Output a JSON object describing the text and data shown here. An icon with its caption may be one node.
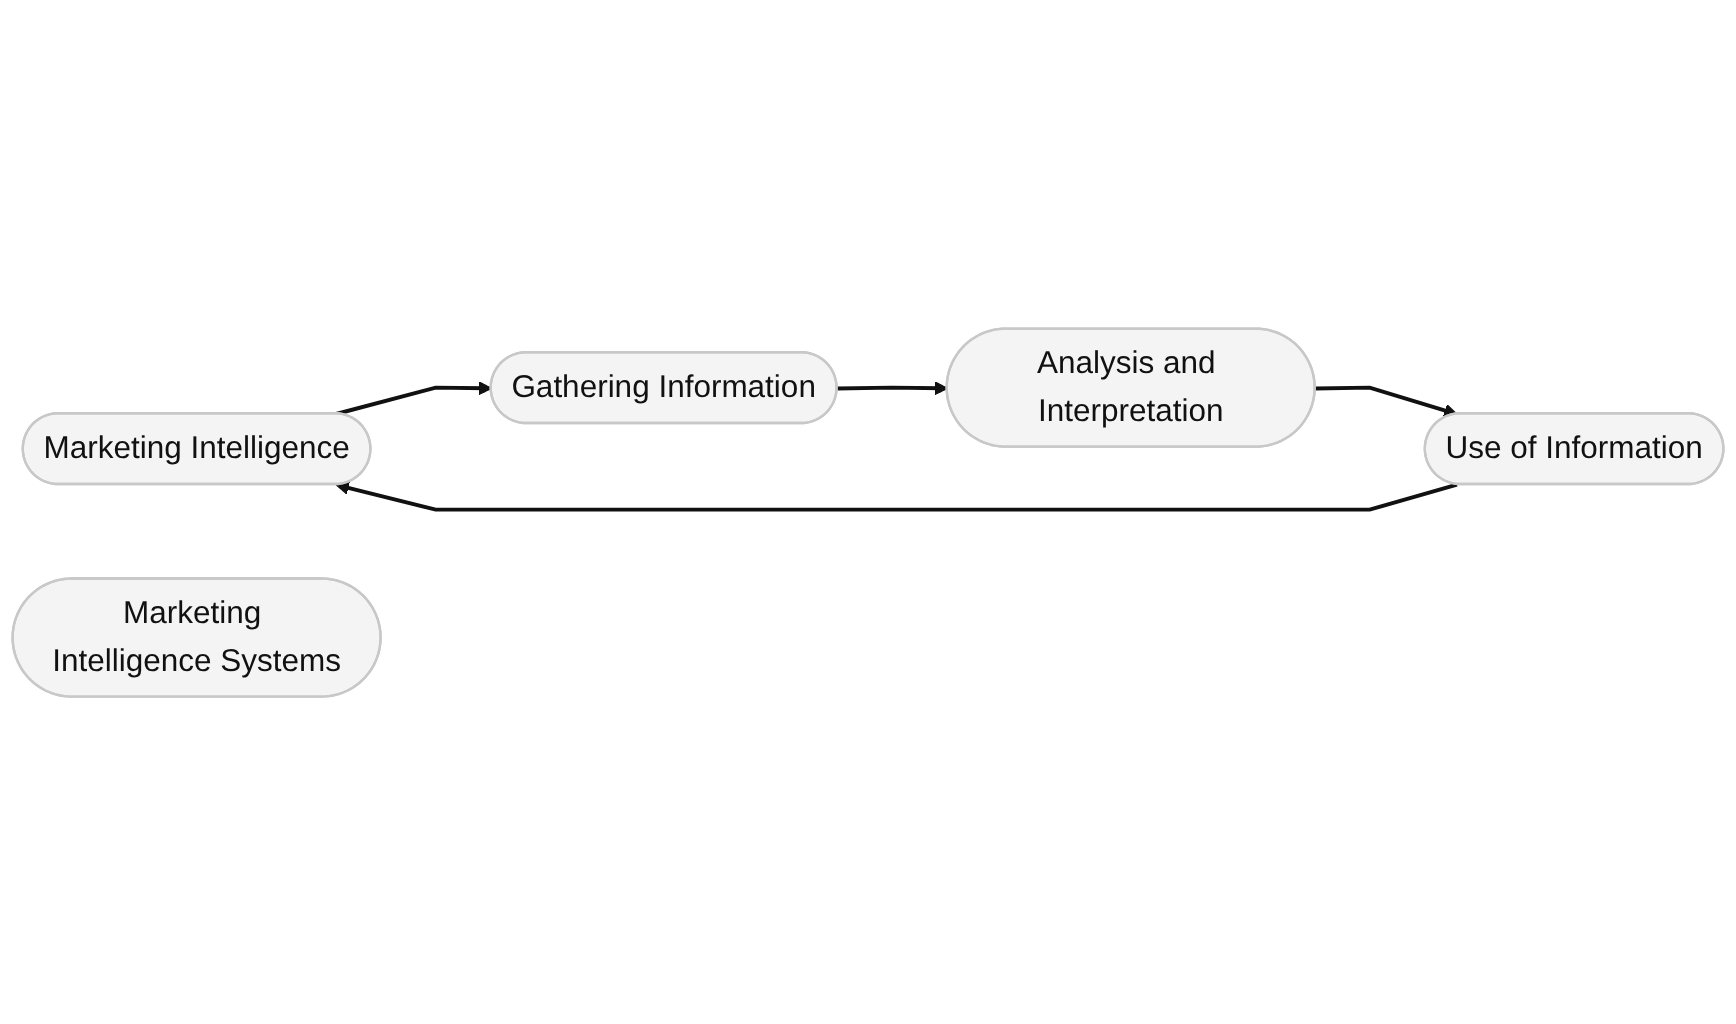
{
  "diagram": {
    "nodes": [
      {
        "text": [
          "Marketing Intelligence"
        ]
      },
      {
        "text": [
          "Use of Information"
        ]
      },
      {
        "text": [
          "Marketing Intelligence Systems"
        ]
      },
      {
        "text": [
          "Gathering Information"
        ]
      },
      {
        "text": [
          "Analysis and Interpretation"
        ]
      }
    ],
    "edges": [
      {
        "from": 1,
        "to": 0,
        "arrow": "to"
      },
      {
        "from": 0,
        "to": 3,
        "arrow": "to"
      },
      {
        "from": 3,
        "to": 4,
        "arrow": "to"
      },
      {
        "from": 4,
        "to": 1,
        "arrow": "to"
      }
    ]
  }
}
